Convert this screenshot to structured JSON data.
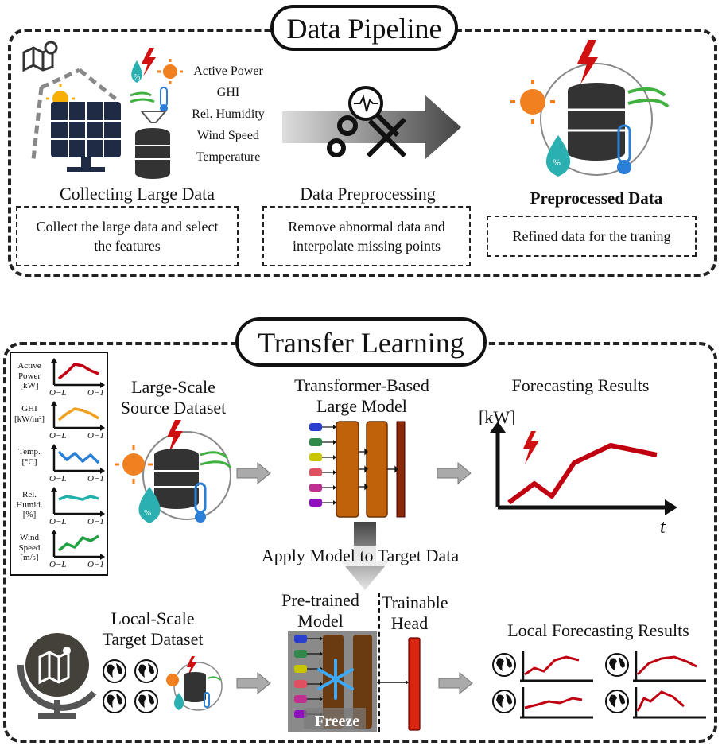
{
  "pipeline": {
    "title": "Data Pipeline",
    "features": [
      "Active Power",
      "GHI",
      "Rel. Humidity",
      "Wind Speed",
      "Temperature"
    ],
    "collect_caption": "Collecting Large Data",
    "collect_desc": "Collect the large data and select the features",
    "preprocess_caption": "Data Preprocessing",
    "preprocess_desc": "Remove abnormal data and interpolate missing points",
    "preprocessed_caption": "Preprocessed Data",
    "preprocessed_desc": "Refined data for the traning"
  },
  "transfer": {
    "title": "Transfer Learning",
    "mini_charts": [
      {
        "label": "Active Power [kW]",
        "color": "#c00010"
      },
      {
        "label": "GHI [kW/m²]",
        "color": "#f0a020"
      },
      {
        "label": "Temp. [°C]",
        "color": "#2a7fd6"
      },
      {
        "label": "Rel. Humid. [%]",
        "color": "#20b2aa"
      },
      {
        "label": "Wind Speed [m/s]",
        "color": "#20a040"
      }
    ],
    "tick_start": "O−L",
    "tick_end": "O−1",
    "source_caption": "Large-Scale Source Dataset",
    "model_caption": "Transformer-Based Large Model",
    "forecast_caption": "Forecasting Results",
    "forecast_y_unit": "[kW]",
    "forecast_x_var": "t",
    "apply_caption": "Apply Model to Target Data",
    "target_caption": "Local-Scale Target Dataset",
    "pretrained_caption": "Pre-trained Model",
    "trainable_caption": "Trainable Head",
    "freeze_label": "Freeze",
    "local_results_caption": "Local Forecasting Results"
  },
  "colors": {
    "model_block": "#c0620a",
    "head_block": "#d8250f",
    "forecast_line": "#c00010",
    "input_tokens": [
      "#2a3fd0",
      "#2f8a4a",
      "#c8c400",
      "#e05060",
      "#c03090",
      "#9010c0"
    ]
  }
}
